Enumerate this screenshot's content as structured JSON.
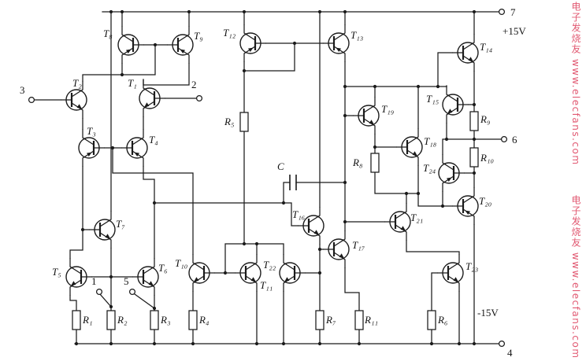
{
  "diagram": {
    "type": "analog circuit schematic",
    "subject": "operational amplifier internal transistor-level circuit",
    "power": {
      "vplus": "+15V",
      "vminus": "-15V"
    },
    "pins": {
      "p1": "1",
      "p2": "2",
      "p3": "3",
      "p4": "4",
      "p5": "5",
      "p6": "6",
      "p7": "7"
    },
    "transistors": {
      "T1": "T₁",
      "T2": "T₂",
      "T3": "T₃",
      "T4": "T₄",
      "T5": "T₅",
      "T6": "T₆",
      "T7": "T₇",
      "T8": "T₈",
      "T9": "T₉",
      "T10": "T₁₀",
      "T11": "T₁₁",
      "T12": "T₁₂",
      "T13": "T₁₃",
      "T14": "T₁₄",
      "T15": "T₁₅",
      "T16": "T₁₆",
      "T17": "T₁₇",
      "T18": "T₁₈",
      "T19": "T₁₉",
      "T20": "T₂₀",
      "T21": "T₂₁",
      "T22": "T₂₂",
      "T23": "T₂₃",
      "T24": "T₂₄"
    },
    "resistors": {
      "R1": "R₁",
      "R2": "R₂",
      "R3": "R₃",
      "R4": "R₄",
      "R5": "R₅",
      "R6": "R₆",
      "R7": "R₇",
      "R8": "R₈",
      "R9": "R₉",
      "R10": "R₁₀",
      "R11": "R₁₁"
    },
    "capacitors": {
      "C": "C"
    },
    "watermark": {
      "text": "电子发烧友 www.elecfans.com",
      "color": "#e0506a"
    }
  }
}
